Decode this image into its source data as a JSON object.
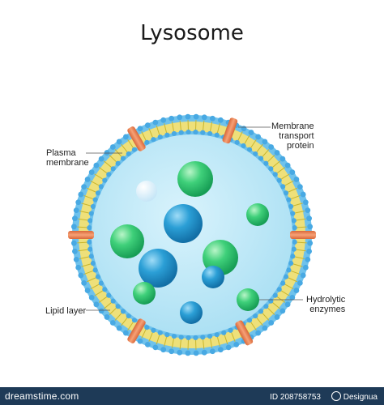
{
  "title": "Lysosome",
  "labels": {
    "plasma_membrane": [
      "Plasma",
      "membrane"
    ],
    "lipid_layer": [
      "Lipid layer"
    ],
    "membrane_transport_protein": [
      "Membrane",
      "transport",
      "protein"
    ],
    "hydrolytic_enzymes": [
      "Hydrolytic",
      "enzymes"
    ]
  },
  "colors": {
    "lumen": "#bfe8f7",
    "lipid_head": "#48a9e3",
    "lipid_tail": "#e8d84a",
    "transport_protein": "#ef8f5a",
    "enzyme_green": "#2ec46b",
    "enzyme_blue": "#1d8fc9",
    "enzyme_pale": "#d8eefa",
    "footer_bg": "#1e3a57"
  },
  "footer": {
    "brand": "dreamstime.com",
    "id_text": "ID 208758753",
    "author": "Designua"
  }
}
